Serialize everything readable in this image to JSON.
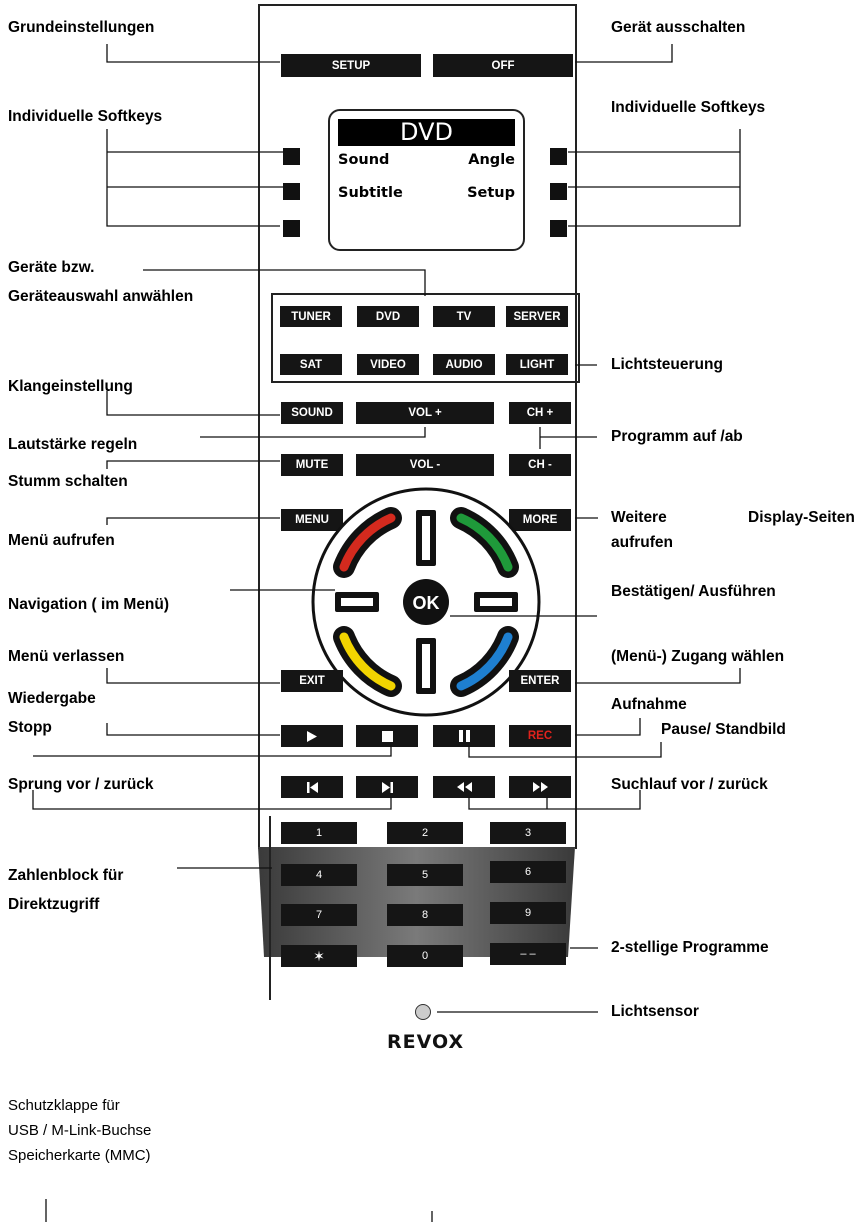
{
  "labels": {
    "grundeinstellungen": "Grundeinstellungen",
    "geraet_ausschalten": "Gerät ausschalten",
    "softkeys_left": "Individuelle Softkeys",
    "softkeys_right": "Individuelle Softkeys",
    "geraete_line1": "Geräte bzw.",
    "geraete_line2": "Geräteauswahl anwählen",
    "lichtsteuerung": "Lichtsteuerung",
    "klangeinstellung": "Klangeinstellung",
    "lautstaerke": "Lautstärke regeln",
    "programm": "Programm auf /ab",
    "stumm": "Stumm schalten",
    "menu_aufrufen": "Menü aufrufen",
    "weitere": "Weitere",
    "display_seiten": "Display-Seiten",
    "aufrufen": "aufrufen",
    "navigation": "Navigation ( im Menü)",
    "bestaetigen": "Bestätigen/ Ausführen",
    "menu_verlassen": "Menü verlassen",
    "zugang": "(Menü-) Zugang wählen",
    "wiedergabe": "Wiedergabe",
    "stopp": "Stopp",
    "aufnahme": "Aufnahme",
    "pause": "Pause/ Standbild",
    "sprung": "Sprung vor / zurück",
    "suchlauf": "Suchlauf vor / zurück",
    "zahlenblock_line1": "Zahlenblock für",
    "zahlenblock_line2": "Direktzugriff",
    "zweistellig": "2-stellige Programme",
    "lichtsensor": "Lichtsensor",
    "schutz_line1": "Schutzklappe für",
    "schutz_line2": "USB / M-Link-Buchse",
    "schutz_line3": "Speicherkarte (MMC)"
  },
  "display": {
    "title": "DVD",
    "soft1": "Sound",
    "soft2": "Angle",
    "soft3": "Subtitle",
    "soft4": "Setup"
  },
  "buttons": {
    "setup": "SETUP",
    "off": "OFF",
    "tuner": "TUNER",
    "dvd": "DVD",
    "tv": "TV",
    "server": "SERVER",
    "sat": "SAT",
    "video": "VIDEO",
    "audio": "AUDIO",
    "light": "LIGHT",
    "sound": "SOUND",
    "vol_plus": "VOL +",
    "ch_plus": "CH +",
    "mute": "MUTE",
    "vol_minus": "VOL -",
    "ch_minus": "CH -",
    "menu": "MENU",
    "more": "MORE",
    "ok": "OK",
    "exit": "EXIT",
    "enter": "ENTER",
    "rec": "REC",
    "n1": "1",
    "n2": "2",
    "n3": "3",
    "n4": "4",
    "n5": "5",
    "n6": "6",
    "n7": "7",
    "n8": "8",
    "n9": "9",
    "star": "✶",
    "n0": "0",
    "dash": "– –"
  },
  "icons": {
    "play": "play-icon",
    "stop": "stop-icon",
    "pause": "pause-icon",
    "skip_back": "skip-back-icon",
    "skip_forward": "skip-forward-icon",
    "rewind": "rewind-icon",
    "fast_forward": "fast-forward-icon"
  },
  "colors": {
    "red_key": "#d42a1e",
    "green_key": "#1f9a3a",
    "yellow_key": "#f2d400",
    "blue_key": "#1e7fd0",
    "rec_text": "#e0221c"
  },
  "logo": "REVOX"
}
